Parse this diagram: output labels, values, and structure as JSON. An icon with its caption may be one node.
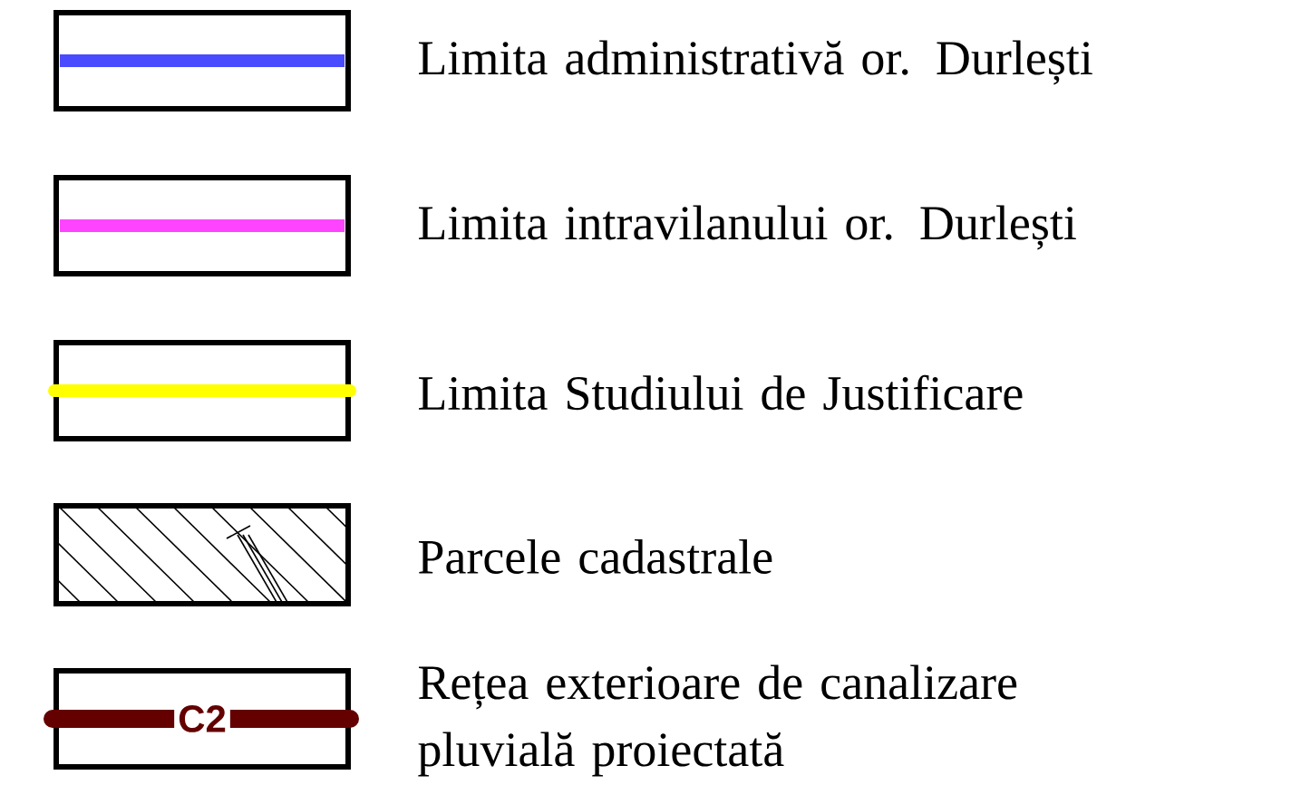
{
  "diagram": {
    "labels": [
      "C2"
    ],
    "legend": [
      {
        "text": "Limita administrativă or. Durlești"
      },
      {
        "text": "Limita intravilanului or. Durlești"
      },
      {
        "text": "Limita Studiului de Justificare"
      },
      {
        "text": "Parcele cadastrale"
      },
      {
        "text": "Rețea exterioare de canalizare pluvială proiectată"
      }
    ]
  }
}
